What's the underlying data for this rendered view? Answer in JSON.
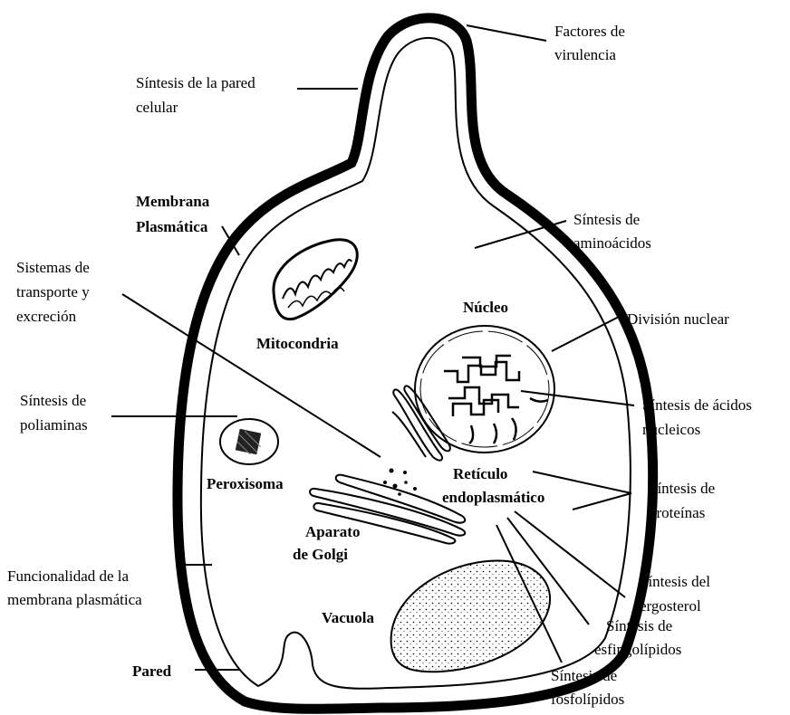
{
  "labels": {
    "factores_virulencia": [
      "Factores de",
      "virulencia"
    ],
    "sintesis_pared": [
      "Síntesis de la pared",
      "celular"
    ],
    "membrana_plasmatica": [
      "Membrana",
      "Plasmática"
    ],
    "sintesis_aminoacidos": [
      "Síntesis de",
      "aminoácidos"
    ],
    "sistemas_transporte": [
      "Sistemas de",
      "transporte y",
      "excreción"
    ],
    "nucleo": "Núcleo",
    "division_nuclear": "División nuclear",
    "mitocondria": "Mitocondria",
    "sintesis_poliaminas": [
      "Síntesis de",
      "poliaminas"
    ],
    "sintesis_acidos_nucleicos": [
      "Síntesis de ácidos",
      "nucleicos"
    ],
    "peroxisoma": "Peroxisoma",
    "reticulo": [
      "Retículo",
      "endoplasmático"
    ],
    "sintesis_proteinas": [
      "Síntesis de",
      "proteínas"
    ],
    "aparato_golgi": [
      "Aparato",
      "de Golgi"
    ],
    "funcionalidad_membrana": [
      "Funcionalidad de la",
      "membrana plasmática"
    ],
    "sintesis_ergosterol": [
      "Síntesis del",
      "ergosterol"
    ],
    "vacuola": "Vacuola",
    "sintesis_esfingolipidos": [
      "Síntesis de",
      "esfingolípidos"
    ],
    "pared": "Pared",
    "sintesis_fosfolipidos": [
      "Síntesis de",
      "fosfolípidos"
    ]
  }
}
